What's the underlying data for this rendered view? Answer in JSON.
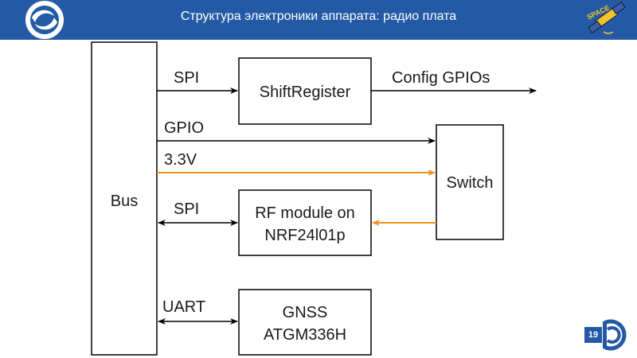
{
  "header": {
    "title": "Структура электроники аппарата: радио плата"
  },
  "logo_right_text": "SPACE",
  "diagram": {
    "blocks": {
      "bus": "Bus",
      "shift_register": "ShiftRegister",
      "switch": "Switch",
      "rf_line1": "RF module on",
      "rf_line2": "NRF24l01p",
      "gnss_line1": "GNSS",
      "gnss_line2": "ATGM336H"
    },
    "labels": {
      "spi_top": "SPI",
      "config_gpios": "Config GPIOs",
      "gpio": "GPIO",
      "v33": "3.3V",
      "spi_rf": "SPI",
      "uart": "UART"
    }
  },
  "colors": {
    "header_bg": "#245aa5",
    "line_black": "#000000",
    "line_orange": "#f0901e"
  },
  "footer": {
    "page_number": "19"
  }
}
